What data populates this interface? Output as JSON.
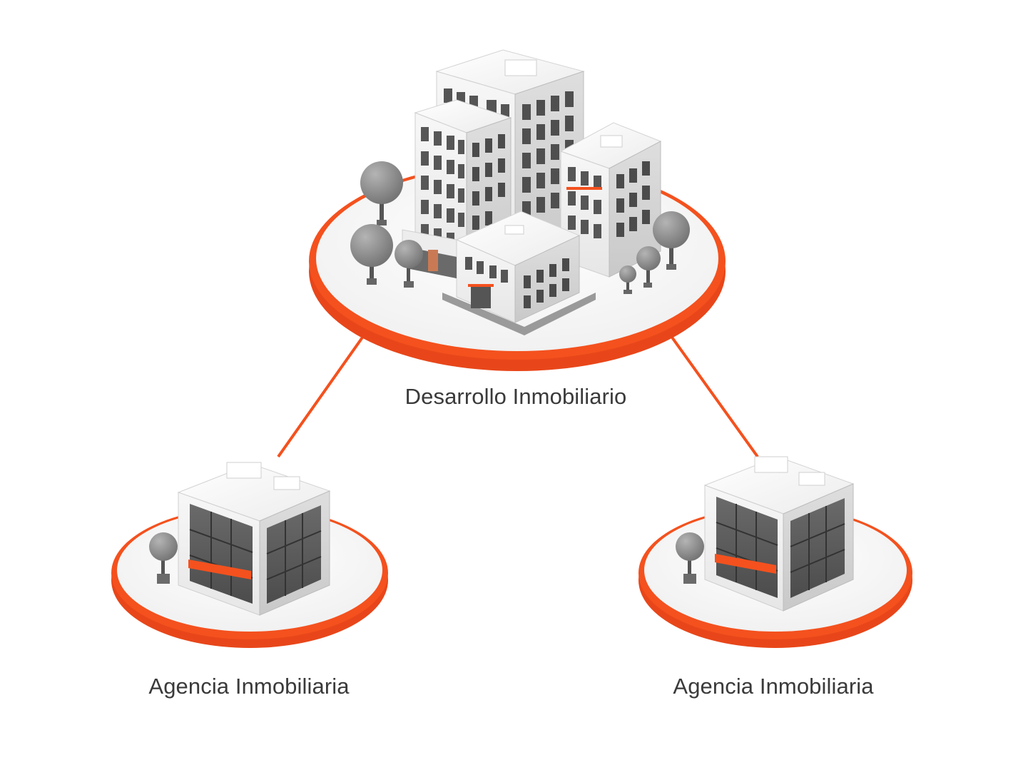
{
  "diagram": {
    "hub": {
      "label": "Desarrollo Inmobiliario",
      "icon": "office-complex-icon"
    },
    "nodes": [
      {
        "label": "Agencia Inmobiliaria",
        "icon": "agency-building-icon"
      },
      {
        "label": "Agencia Inmobiliaria",
        "icon": "agency-building-icon"
      }
    ],
    "colors": {
      "accent": "#f4511e",
      "building": "#f2f2f2",
      "glass": "#5e5e5e",
      "tree": "#8a8a8a",
      "text": "#3a3a3a"
    }
  }
}
